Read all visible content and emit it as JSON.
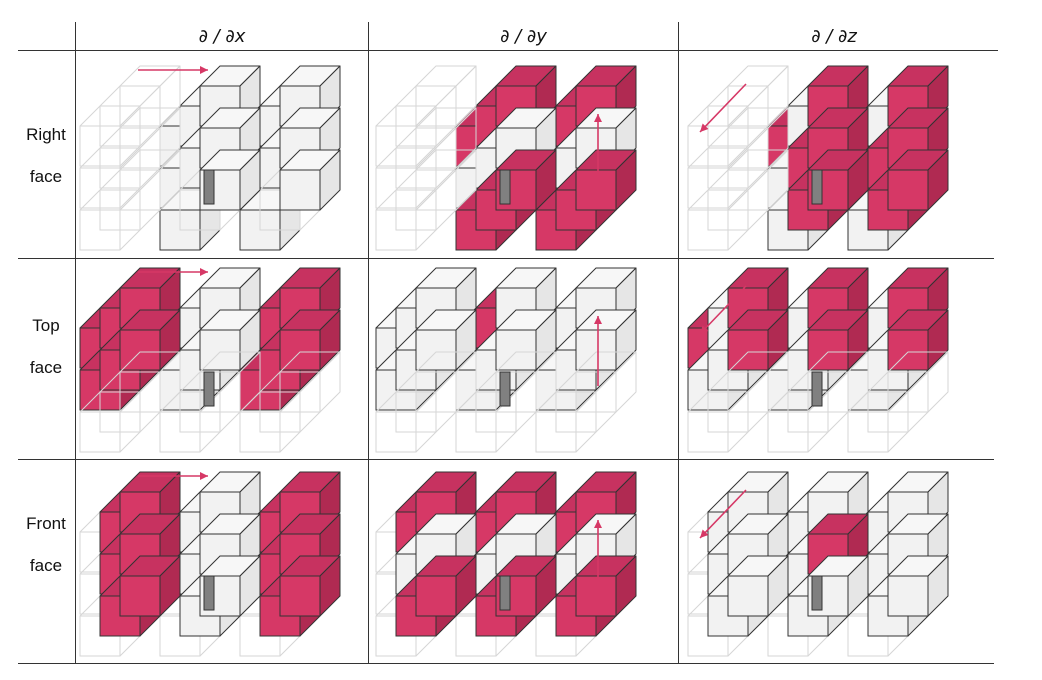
{
  "columns": [
    {
      "label": "∂ / ∂x",
      "axis": "x"
    },
    {
      "label": "∂ / ∂y",
      "axis": "y"
    },
    {
      "label": "∂ / ∂z",
      "axis": "z"
    }
  ],
  "rows": [
    {
      "line1": "Right",
      "line2": "face"
    },
    {
      "line1": "Top",
      "line2": "face"
    },
    {
      "line1": "Front",
      "line2": "face"
    }
  ],
  "colors": {
    "highlight": "#d63866",
    "highlight_side": "#b02a52",
    "highlight_top": "#c73260",
    "cube_front": "#f2f2f2",
    "cube_side": "#e6e6e6",
    "cube_top": "#f7f7f7",
    "stencil_gray": "#808080",
    "ghost_stroke": "#d6d6d6",
    "arrow": "#d63866",
    "grid_line": "#333333"
  },
  "panels": [
    [
      "x-right",
      "y-right",
      "z-right"
    ],
    [
      "x-top",
      "y-top",
      "z-top"
    ],
    [
      "x-front",
      "y-front",
      "z-front"
    ]
  ]
}
